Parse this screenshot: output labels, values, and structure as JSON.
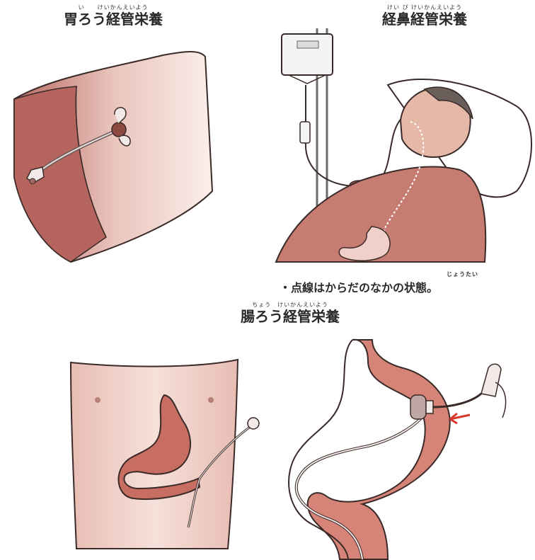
{
  "labels": {
    "gastrostomy": {
      "ruby": "い　　けいかんえいよう",
      "title": "胃ろう経管栄養"
    },
    "nasogastric": {
      "ruby": "けい び けいかんえいよう",
      "title": "経鼻経管栄養"
    },
    "jejunostomy": {
      "ruby": "ちょう　けいかんえいよう",
      "title": "腸ろう経管栄養"
    }
  },
  "note": {
    "text": "・点線はからだのなかの状態。",
    "ruby": "じょうたい"
  },
  "colors": {
    "skin": "#c77c72",
    "skin_dark": "#a85a54",
    "skin_light": "#f1d6d0",
    "stomach": "#d68478",
    "outline": "#3a2a28",
    "arrow": "#d9382a"
  }
}
